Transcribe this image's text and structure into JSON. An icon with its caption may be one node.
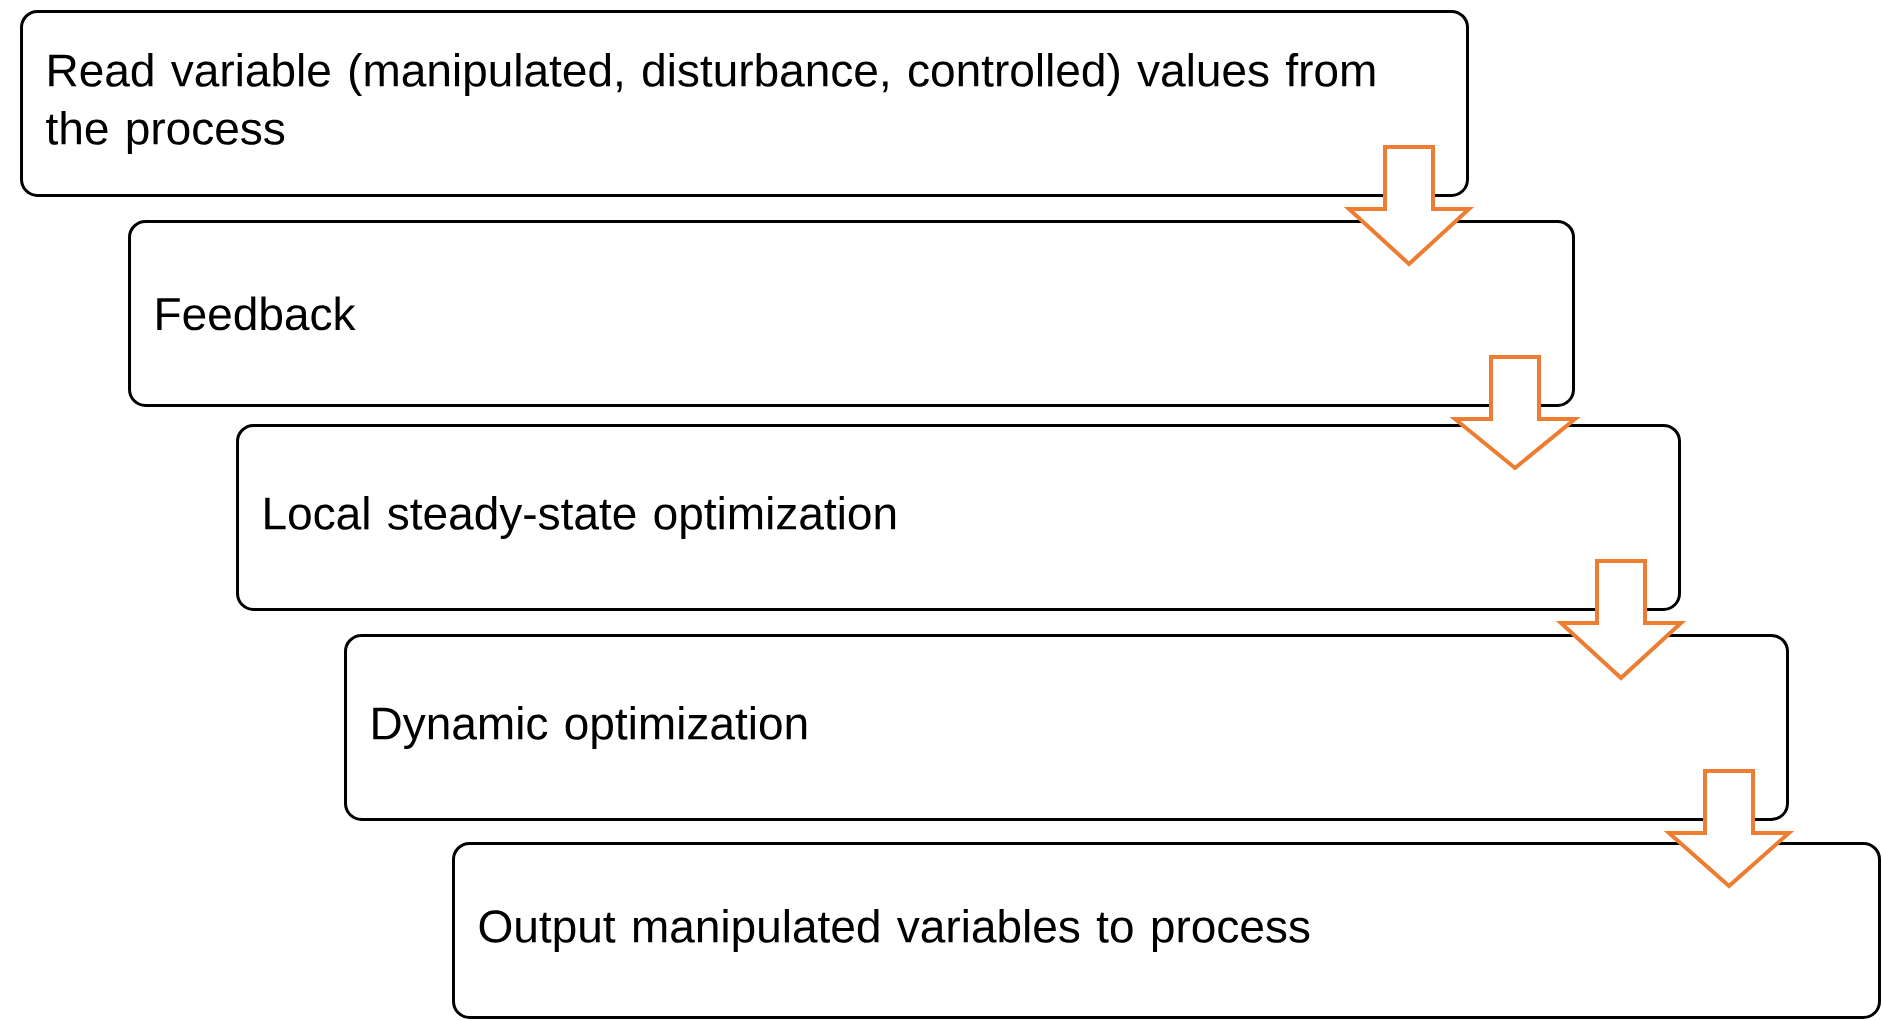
{
  "diagram": {
    "nodes": [
      {
        "text": [
          "Read variable (manipulated, disturbance, controlled) values from the process"
        ]
      },
      {
        "text": [
          "Feedback"
        ]
      },
      {
        "text": [
          "Local steady-state optimization"
        ]
      },
      {
        "text": [
          "Dynamic optimization"
        ]
      },
      {
        "text": [
          "Output manipulated variables to process"
        ]
      }
    ],
    "edges": [
      {
        "from": 0,
        "to": 1,
        "arrow": "to",
        "color": "#ed7d31"
      },
      {
        "from": 1,
        "to": 2,
        "arrow": "to",
        "color": "#ed7d31"
      },
      {
        "from": 2,
        "to": 3,
        "arrow": "to",
        "color": "#ed7d31"
      },
      {
        "from": 3,
        "to": 4,
        "arrow": "to",
        "color": "#ed7d31"
      }
    ]
  }
}
